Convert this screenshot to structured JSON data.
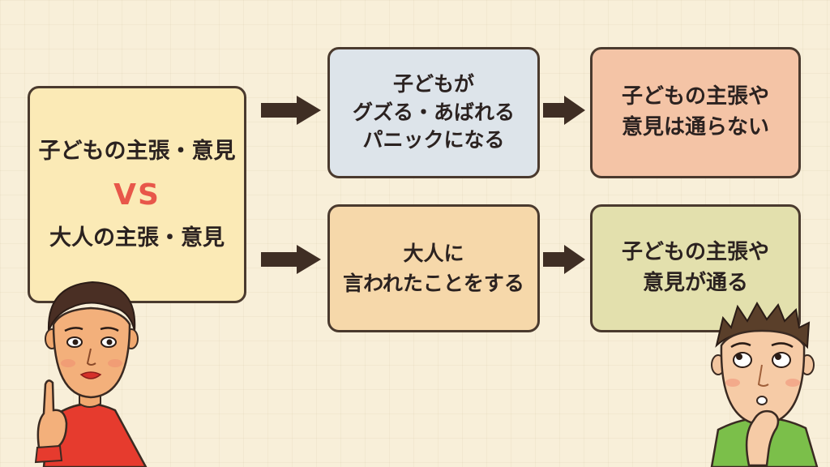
{
  "left_box": {
    "line1": "子どもの主張・意見",
    "vs": "VS",
    "line2": "大人の主張・意見"
  },
  "top_path": {
    "middle_lines": [
      "子どもが",
      "グズる・あばれる",
      "パニックになる"
    ],
    "result_lines": [
      "子どもの主張や",
      "意見は通らない"
    ]
  },
  "bottom_path": {
    "middle_lines": [
      "大人に",
      "言われたことをする"
    ],
    "result_lines": [
      "子どもの主張や",
      "意見が通る"
    ]
  },
  "colors": {
    "left_box": "#fbeab6",
    "top_middle": "#dde4ea",
    "top_result": "#f4c4a6",
    "bottom_middle": "#f6d8aa",
    "bottom_result": "#e3e0ad",
    "vs_text": "#e8574a",
    "arrow": "#3f2e24"
  },
  "illustrations": {
    "left_person": "woman-pointing-up-illustration",
    "right_person": "man-thinking-illustration"
  }
}
